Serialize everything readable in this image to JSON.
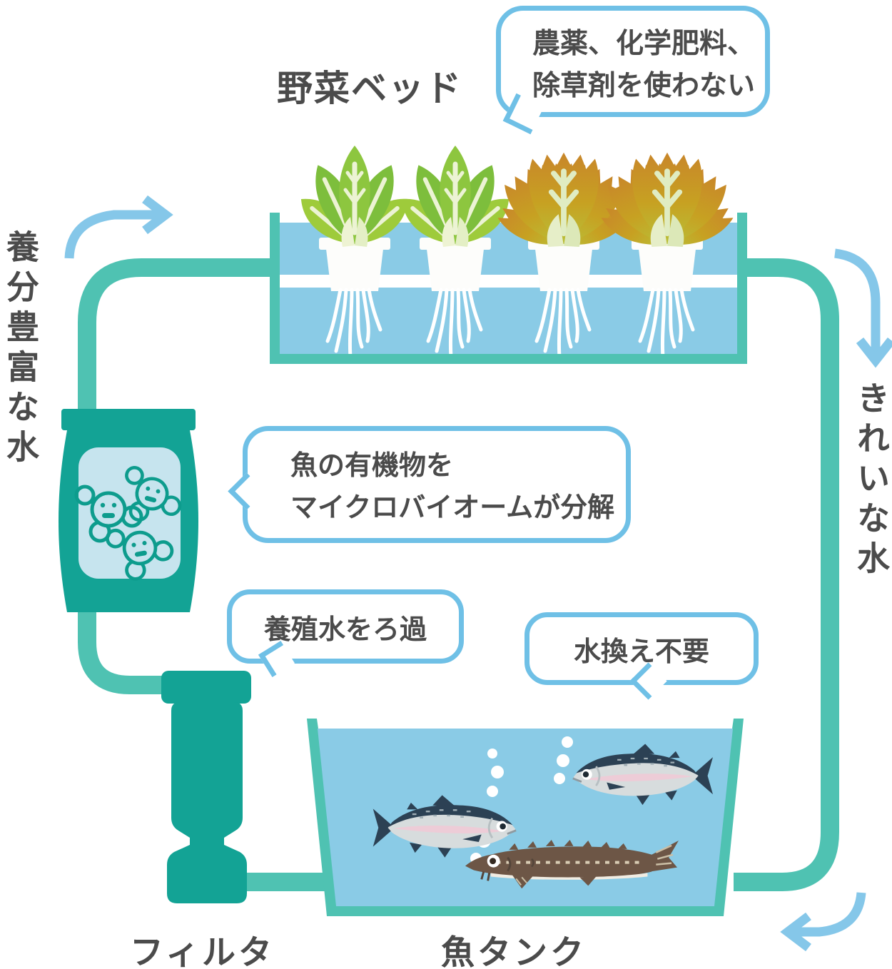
{
  "labels": {
    "vegetable_bed": "野菜ベッド",
    "filter": "フィルタ",
    "fish_tank": "魚タンク",
    "nutrient_rich_water": "養分豊富な水",
    "clean_water": "きれいな水"
  },
  "bubbles": {
    "no_chemicals": {
      "lines": [
        "農薬、化学肥料、",
        "除草剤を使わない"
      ]
    },
    "microbiome_decompose": {
      "lines": [
        "魚の有機物を",
        "マイクロバイオームが分解"
      ]
    },
    "filter_water": {
      "text": "養殖水をろ過"
    },
    "no_water_change": {
      "text": "水換え不要"
    }
  },
  "palette": {
    "pipe_teal": "#4fc2b2",
    "equipment_teal": "#13a395",
    "water_blue": "#8acbe6",
    "window_blue": "#c6e4ee",
    "bubble_border_blue": "#6fc0e6",
    "arrow_blue": "#85c7e9",
    "text_gray": "#4b4b4b",
    "microbe_green": "#0d9c8d",
    "salmon_dark": "#2c4154",
    "salmon_silver": "#d7dcdd",
    "salmon_pink": "#edccd7",
    "sturgeon_brown": "#6d5646",
    "lettuce_green": "#8dc63f",
    "lettuce_red_top": "#c8862a",
    "lettuce_red_bottom": "#b8bf37"
  }
}
